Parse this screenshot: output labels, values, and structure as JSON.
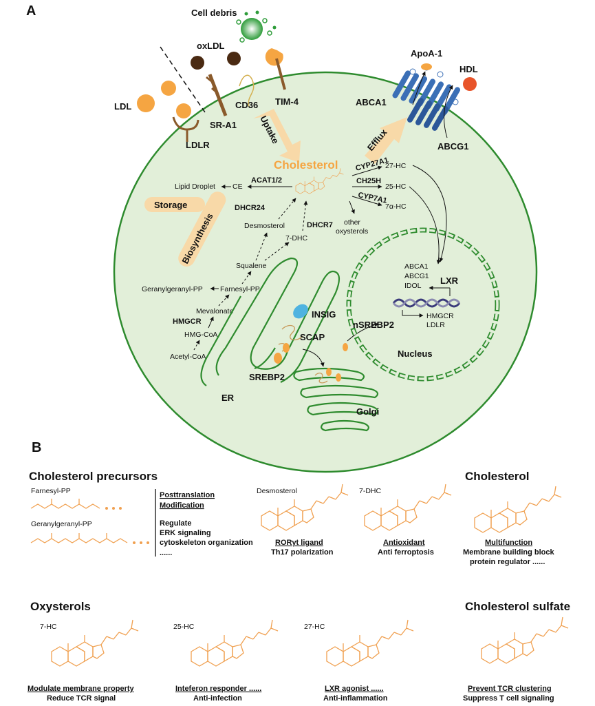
{
  "panel_a": {
    "label": "A",
    "extracellular": {
      "cell_debris": "Cell debris",
      "oxldl": "oxLDL",
      "ldl": "LDL",
      "apoa1": "ApoA-1",
      "hdl": "HDL"
    },
    "receptors": {
      "cd36": "CD36",
      "tim4": "TIM-4",
      "sra1": "SR-A1",
      "ldlr": "LDLR",
      "abca1": "ABCA1",
      "abcg1": "ABCG1"
    },
    "processes": {
      "uptake": "Uptake",
      "efflux": "Efflux",
      "storage": "Storage",
      "biosynthesis": "Biosynthesis"
    },
    "cholesterol": "Cholesterol",
    "storage_path": {
      "lipid_droplet": "Lipid Droplet",
      "ce": "CE",
      "enzyme": "ACAT1/2"
    },
    "oxysterol_path": {
      "cyp27a1": "CYP27A1",
      "hc27": "27-HC",
      "ch25h": "CH25H",
      "hc25": "25-HC",
      "cyp7a1": "CYP7A1",
      "hc7a": "7α-HC",
      "other": "other\noxysterols"
    },
    "biosynthesis_path": {
      "dhcr24": "DHCR24",
      "dhcr7": "DHCR7",
      "desmosterol": "Desmosterol",
      "dhc7": "7-DHC",
      "squalene": "Squalene",
      "ggpp": "Geranylgeranyl-PP",
      "fpp": "Farnesyl-PP",
      "mevalonate": "Mevalonate",
      "hmgcr": "HMGCR",
      "hmgcoa": "HMG-CoA",
      "acetylcoa": "Acetyl-CoA"
    },
    "organelles": {
      "er": "ER",
      "golgi": "Golgi",
      "nucleus": "Nucleus"
    },
    "srebp": {
      "insig": "INSIG",
      "scap": "SCAP",
      "srebp2": "SREBP2",
      "nsrebp2": "nSREBP2"
    },
    "nucleus_genes": {
      "lxr": "LXR",
      "targets_lxr": [
        "ABCA1",
        "ABCG1",
        "IDOL"
      ],
      "targets_srebp": [
        "HMGCR",
        "LDLR"
      ]
    }
  },
  "panel_b": {
    "label": "B",
    "precursors": {
      "heading": "Cholesterol precursors",
      "fpp": "Farnesyl-PP",
      "ggpp": "Geranylgeranyl-PP",
      "function_title_1": "Posttranslation",
      "function_title_2": "Modification",
      "functions": [
        "Regulate",
        "ERK signaling",
        "cytoskeleton organization",
        "......"
      ]
    },
    "desmosterol": {
      "name": "Desmosterol",
      "role": "RORγt ligand",
      "effect": "Th17 polarization"
    },
    "dhc7": {
      "name": "7-DHC",
      "role": "Antioxidant",
      "effect": "Anti ferroptosis"
    },
    "cholesterol": {
      "heading": "Cholesterol",
      "role": "Multifunction",
      "effect_1": "Membrane building block",
      "effect_2": "protein regulator ......"
    },
    "oxysterols": {
      "heading": "Oxysterols",
      "items": [
        {
          "name": "7-HC",
          "role": "Modulate membrane property",
          "effect": "Reduce TCR signal"
        },
        {
          "name": "25-HC",
          "role": "Inteferon responder ......",
          "effect": "Anti-infection"
        },
        {
          "name": "27-HC",
          "role": "LXR agonist ......",
          "effect": "Anti-inflammation"
        }
      ]
    },
    "sulfate": {
      "heading": "Cholesterol sulfate",
      "role": "Prevent TCR clustering",
      "effect": "Suppress T cell signaling"
    }
  },
  "colors": {
    "cell": "#e2efd9",
    "cell_border": "#2e8b2e",
    "orange": "#f5a542",
    "highlight": "#f8d9a8",
    "transporter": "#3b6fb6",
    "oxldl": "#4a2a12",
    "hdl": "#e8542a",
    "insig": "#4fb3e0",
    "debris": "#2e9c3a"
  }
}
